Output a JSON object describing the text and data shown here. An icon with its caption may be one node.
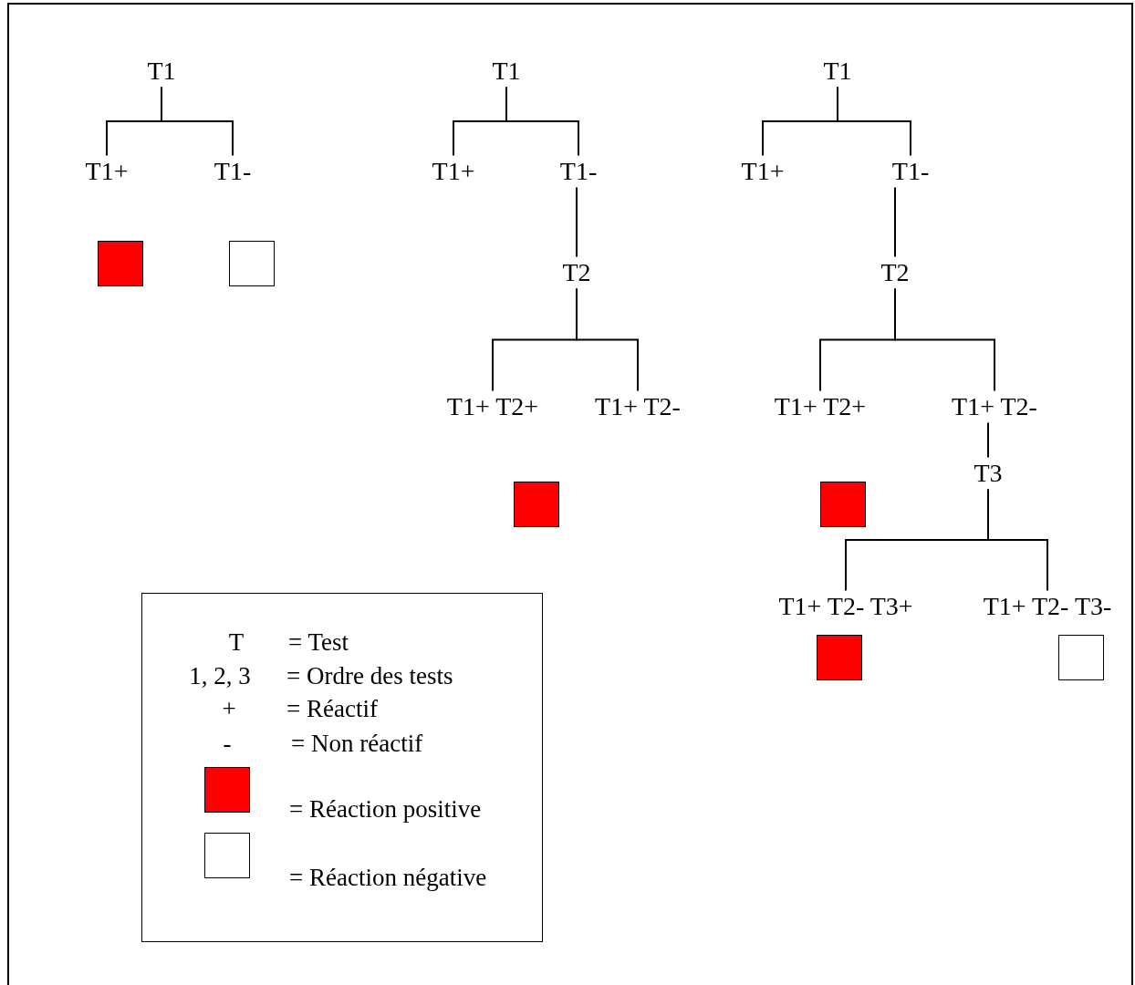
{
  "diagram": {
    "nodes": [
      {
        "text": [
          "T1"
        ]
      },
      {
        "text": [
          "T1+"
        ]
      },
      {
        "text": [
          "T1-"
        ]
      },
      {
        "text": [],
        "shape": "box"
      },
      {
        "text": [],
        "shape": "box"
      },
      {
        "text": [
          "T1"
        ]
      },
      {
        "text": [
          "T1+"
        ]
      },
      {
        "text": [
          "T1-"
        ]
      },
      {
        "text": [
          "T2"
        ]
      },
      {
        "text": [
          "T1+ T2+"
        ]
      },
      {
        "text": [
          "T1+ T2-"
        ]
      },
      {
        "text": [],
        "shape": "box"
      },
      {
        "text": [
          "T1"
        ]
      },
      {
        "text": [
          "T1+"
        ]
      },
      {
        "text": [
          "T1-"
        ]
      },
      {
        "text": [
          "T2"
        ]
      },
      {
        "text": [
          "T1+ T2+"
        ]
      },
      {
        "text": [
          "T1+ T2-"
        ]
      },
      {
        "text": [
          "T3"
        ]
      },
      {
        "text": [
          "T1+ T2- T3+"
        ]
      },
      {
        "text": [
          "T1+ T2- T3-"
        ]
      },
      {
        "text": [],
        "shape": "box"
      },
      {
        "text": [],
        "shape": "box"
      },
      {
        "text": [],
        "shape": "box"
      }
    ],
    "edges": [
      {
        "from": 0,
        "to": 1,
        "arrow": "none"
      },
      {
        "from": 0,
        "to": 2,
        "arrow": "none"
      },
      {
        "from": 5,
        "to": 6,
        "arrow": "none"
      },
      {
        "from": 5,
        "to": 7,
        "arrow": "none"
      },
      {
        "from": 7,
        "to": 8,
        "arrow": "none"
      },
      {
        "from": 8,
        "to": 9,
        "arrow": "none"
      },
      {
        "from": 8,
        "to": 10,
        "arrow": "none"
      },
      {
        "from": 12,
        "to": 13,
        "arrow": "none"
      },
      {
        "from": 12,
        "to": 14,
        "arrow": "none"
      },
      {
        "from": 14,
        "to": 15,
        "arrow": "none"
      },
      {
        "from": 15,
        "to": 16,
        "arrow": "none"
      },
      {
        "from": 15,
        "to": 17,
        "arrow": "none"
      },
      {
        "from": 17,
        "to": 18,
        "arrow": "none"
      },
      {
        "from": 18,
        "to": 19,
        "arrow": "none"
      },
      {
        "from": 18,
        "to": 20,
        "arrow": "none"
      }
    ],
    "labels": [
      "T",
      "= Test",
      "1, 2, 3",
      "= Ordre des tests",
      "+",
      "= Réactif",
      "-",
      "= Non réactif"
    ],
    "legend": [
      {
        "text": "= Réaction positive",
        "color": "#ff0000"
      },
      {
        "text": "= Réaction négative",
        "color": "#ffffff"
      }
    ]
  }
}
